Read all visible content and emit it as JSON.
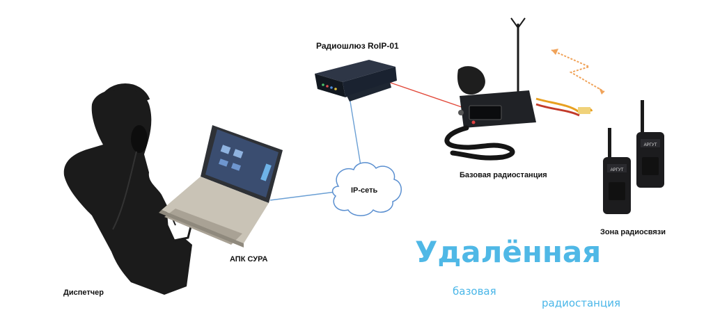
{
  "labels": {
    "dispatcher": "Диспетчер",
    "apk": "АПК СУРА",
    "gateway": "Радиошлюз RoIP-01",
    "ip_network": "IP-сеть",
    "base_station": "Базовая радиостанция",
    "radio_zone": "Зона радиосвязи"
  },
  "headline": {
    "line1": "Удалённая",
    "line2": "базовая",
    "line3": "радиостанция"
  },
  "colors": {
    "accent_blue": "#4fb8e6",
    "link_blue": "#6a9fd4",
    "link_red": "#e24a3b",
    "radio_wave": "#f0a35a"
  },
  "handheld_brand": "АРГУТ"
}
